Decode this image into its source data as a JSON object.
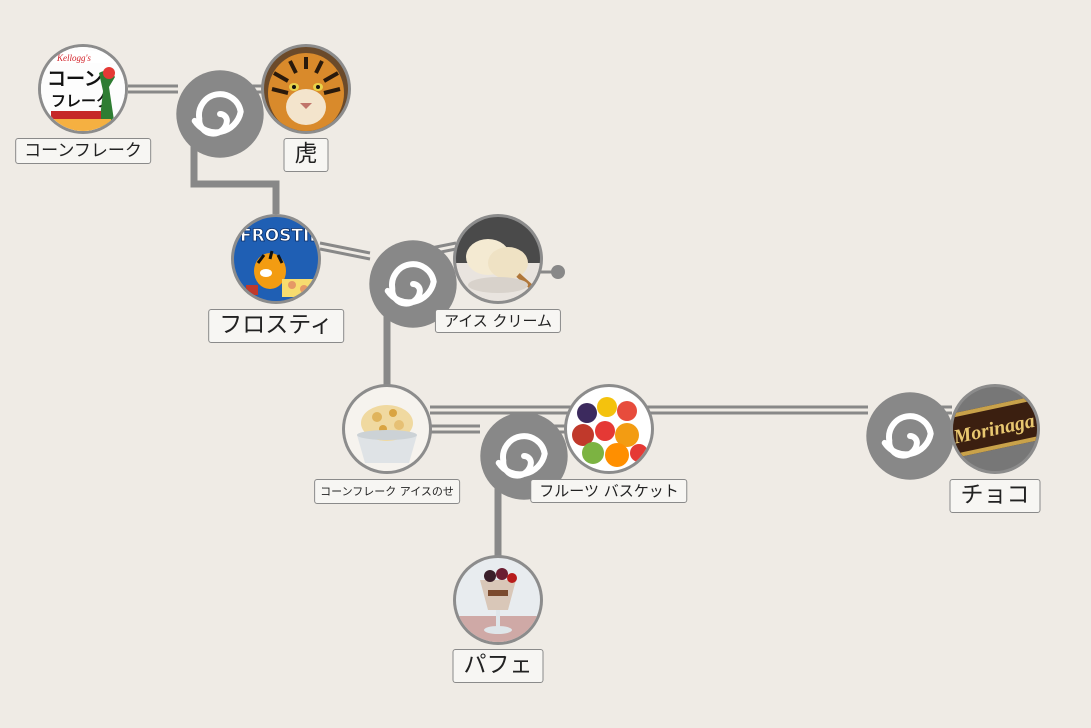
{
  "nodes": [
    {
      "id": "cornflakes",
      "label": "コーンフレーク",
      "icon": "cornflakes-box-icon",
      "logo_text": "Kellogg's"
    },
    {
      "id": "tiger",
      "label": "虎",
      "icon": "tiger-icon"
    },
    {
      "id": "frosties",
      "label": "フロスティ",
      "icon": "frosties-box-icon",
      "logo_text": "FROSTIES"
    },
    {
      "id": "icecream",
      "label": "アイス クリーム",
      "icon": "ice-cream-bowl-icon"
    },
    {
      "id": "cornflake-icecream",
      "label": "コーンフレーク アイスのせ",
      "icon": "cornflake-ice-cream-icon"
    },
    {
      "id": "fruits",
      "label": "フルーツ バスケット",
      "icon": "fruit-basket-icon"
    },
    {
      "id": "choco",
      "label": "チョコ",
      "icon": "chocolate-bar-icon",
      "logo_text": "Morinaga"
    },
    {
      "id": "parfait",
      "label": "パフェ",
      "icon": "parfait-glass-icon"
    }
  ],
  "junctions": [
    {
      "id": "j1",
      "icon": "swirl-icon",
      "inputs": [
        "cornflakes",
        "tiger"
      ],
      "output": "frosties"
    },
    {
      "id": "j2",
      "icon": "swirl-icon",
      "inputs": [
        "frosties",
        "icecream"
      ],
      "output": "cornflake-icecream"
    },
    {
      "id": "j3",
      "icon": "swirl-icon",
      "inputs": [
        "cornflake-icecream",
        "fruits"
      ],
      "output": "parfait"
    },
    {
      "id": "j4",
      "icon": "swirl-icon",
      "inputs": [
        "cornflake-icecream",
        "choco"
      ],
      "output": null
    }
  ],
  "colors": {
    "background": "#efebe5",
    "line": "#888888",
    "ring": "#8c8c8c"
  }
}
